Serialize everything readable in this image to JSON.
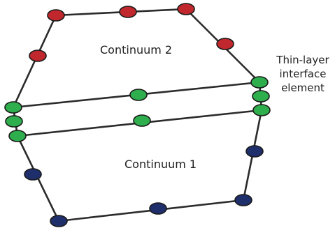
{
  "labels": {
    "continuum_2": "Continuum 2",
    "continuum_1": "Continuum 1",
    "thin_layer_line1": "Thin-layer",
    "thin_layer_line2": "interface",
    "thin_layer_line3": "element"
  },
  "colors": {
    "edge": "#2b2b2b",
    "continuum_2_node": "#c0282d",
    "interface_node": "#2fae4e",
    "continuum_1_node": "#1f2f6b",
    "node_outline": "#1a1a1a"
  }
}
